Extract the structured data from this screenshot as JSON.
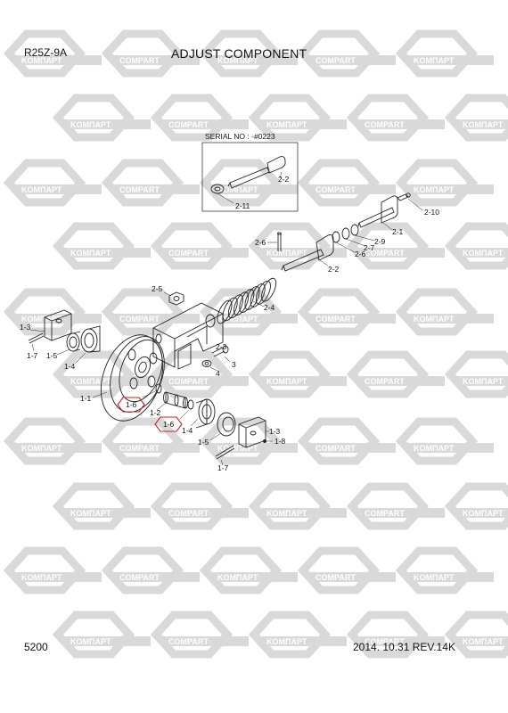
{
  "header": {
    "model": "R25Z-9A",
    "title": "ADJUST COMPONENT"
  },
  "footer": {
    "page_number": "5200",
    "revision": "2014. 10.31  REV.14K"
  },
  "serial_box": {
    "label": "SERIAL NO : -#0223"
  },
  "watermark": {
    "text_a": "KOMПАРТ",
    "text_b": "COMPART"
  },
  "callouts": {
    "c1_1": "1-1",
    "c1_2": "1-2",
    "c1_3a": "1-3",
    "c1_3b": "1-3",
    "c1_4a": "1-4",
    "c1_4b": "1-4",
    "c1_5a": "1-5",
    "c1_5b": "1-5",
    "c1_6a": "1-6",
    "c1_6b": "1-6",
    "c1_7a": "1-7",
    "c1_7b": "1-7",
    "c1_8": "1-8",
    "c2_1": "2-1",
    "c2_2a": "2-2",
    "c2_2b": "2-2",
    "c2_3": "2-3",
    "c2_4": "2-4",
    "c2_5": "2-5",
    "c2_6a": "2-6",
    "c2_6b": "2-6",
    "c2_7": "2-7",
    "c2_9": "2-9",
    "c2_10": "2-10",
    "c2_11": "2-11",
    "c3": "3",
    "c4": "4"
  },
  "colors": {
    "line": "#222222",
    "highlight": "#cc2222",
    "watermark": "#d9d9d9"
  }
}
